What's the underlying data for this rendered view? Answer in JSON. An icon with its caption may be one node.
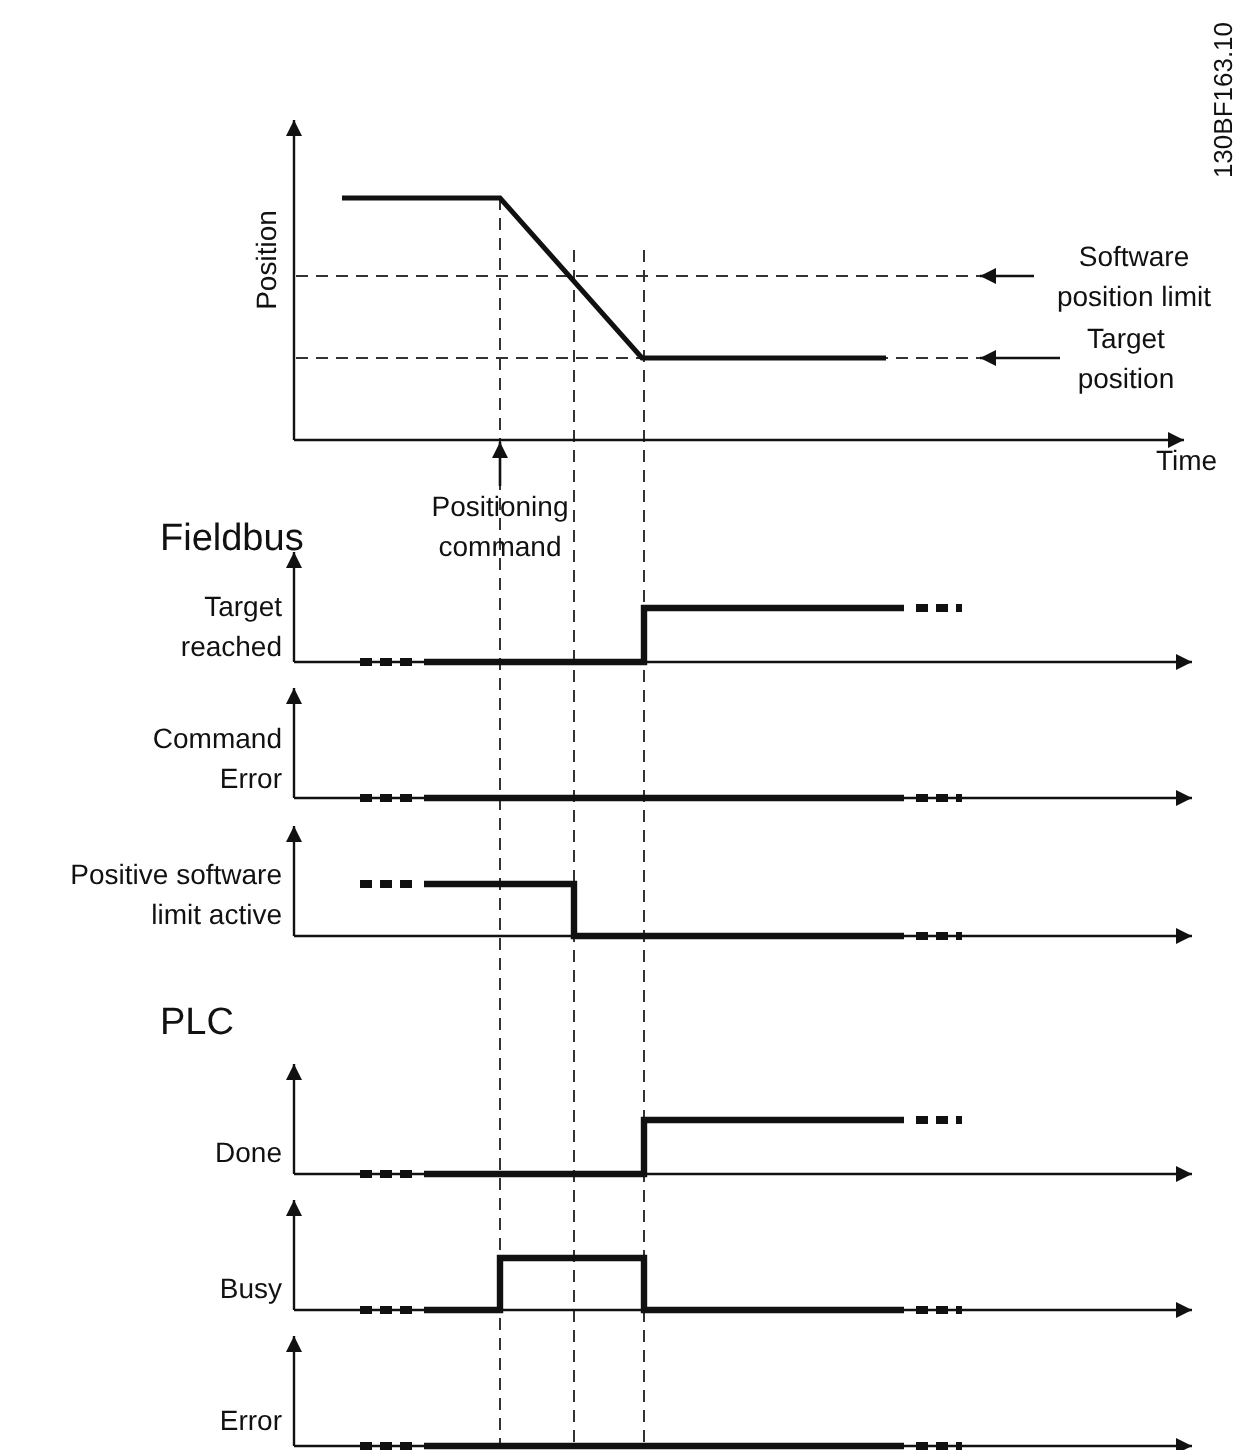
{
  "diagram": {
    "nodes": [
      {
        "text": [
          "Software position limit"
        ]
      },
      {
        "text": [
          "Target position"
        ]
      },
      {
        "text": [
          "Positioning command"
        ]
      }
    ],
    "edges": [
      {
        "from": 0,
        "to": null,
        "arrow": "to"
      },
      {
        "from": 1,
        "to": null,
        "arrow": "to"
      },
      {
        "from": 2,
        "to": null,
        "arrow": "to"
      }
    ],
    "labels": [
      "130BF163.10",
      "Position",
      "Time",
      "Fieldbus",
      "Target reached",
      "Command Error",
      "Positive software limit active",
      "PLC",
      "Done",
      "Busy",
      "Error"
    ]
  }
}
